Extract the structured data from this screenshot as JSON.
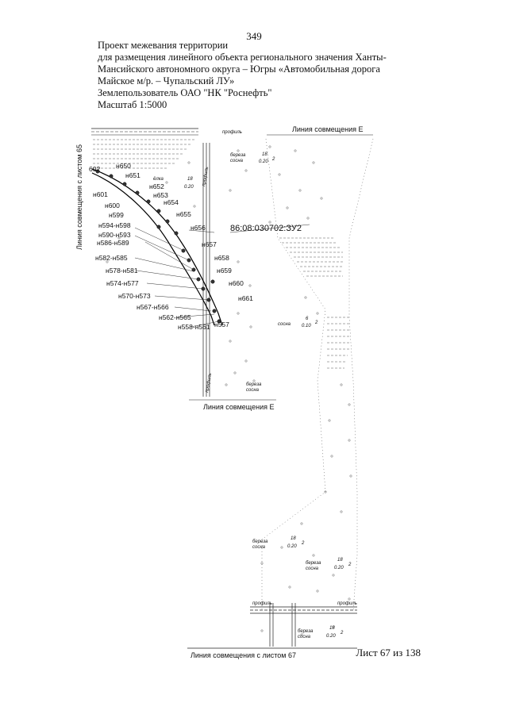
{
  "page_number": "349",
  "header": {
    "line1": "Проект межевания территории",
    "line2": "для размещения линейного объекта регионального значения Ханты-",
    "line3": "Мансийского автономного округа – Югры  «Автомобильная дорога",
    "line4": "Майское м/р. – Чупальский ЛУ»",
    "line5": "Землепользователь ОАО \"НК \"Роснефть\"",
    "line6": "Масштаб 1:5000"
  },
  "map": {
    "parcel_number": "86:08:030702:ЗУ2",
    "match_line_left_sheet65": "Линия совмещения с листом 65",
    "match_line_E_top": "Линия совмещения Е",
    "match_line_E_bottom": "Линия совмещения Е",
    "match_line_sheet67": "Линия совмещения с листом 67",
    "road_label": "профиль",
    "forest_label_1": "береза",
    "forest_label_2": "сосна",
    "forest_label_3": "ёлка",
    "forest_fraction_top": "18",
    "forest_fraction_bottom": "0.20",
    "forest_fraction_top_b": "6",
    "forest_fraction_bottom_b": "0.10",
    "forest_suffix": "2",
    "points": [
      {
        "name": "602",
        "text": "602"
      },
      {
        "name": "n650",
        "text": "н650"
      },
      {
        "name": "n651",
        "text": "н651"
      },
      {
        "name": "n652",
        "text": "н652"
      },
      {
        "name": "n601",
        "text": "н601"
      },
      {
        "name": "n653",
        "text": "н653"
      },
      {
        "name": "n654",
        "text": "н654"
      },
      {
        "name": "n600",
        "text": "н600"
      },
      {
        "name": "n599",
        "text": "н599"
      },
      {
        "name": "n655",
        "text": "н655"
      },
      {
        "name": "n594-598",
        "text": "н594-н598"
      },
      {
        "name": "n656",
        "text": "н656"
      },
      {
        "name": "n590-593",
        "text": "н590-н593"
      },
      {
        "name": "n586-589",
        "text": "н586-н589"
      },
      {
        "name": "n657",
        "text": "н657"
      },
      {
        "name": "n582-585",
        "text": "н582-н585"
      },
      {
        "name": "n658",
        "text": "н658"
      },
      {
        "name": "n578-581",
        "text": "н578-н581"
      },
      {
        "name": "n659",
        "text": "н659"
      },
      {
        "name": "n574-577",
        "text": "н574-н577"
      },
      {
        "name": "n660",
        "text": "н660"
      },
      {
        "name": "n570-573",
        "text": "н570-н573"
      },
      {
        "name": "n661",
        "text": "н661"
      },
      {
        "name": "n567-566",
        "text": "н567-н566"
      },
      {
        "name": "n562-565",
        "text": "н562-н565"
      },
      {
        "name": "n558-561",
        "text": "н558-н561"
      },
      {
        "name": "n557",
        "text": "н557"
      }
    ]
  },
  "sheet": "Лист 67 из 138"
}
